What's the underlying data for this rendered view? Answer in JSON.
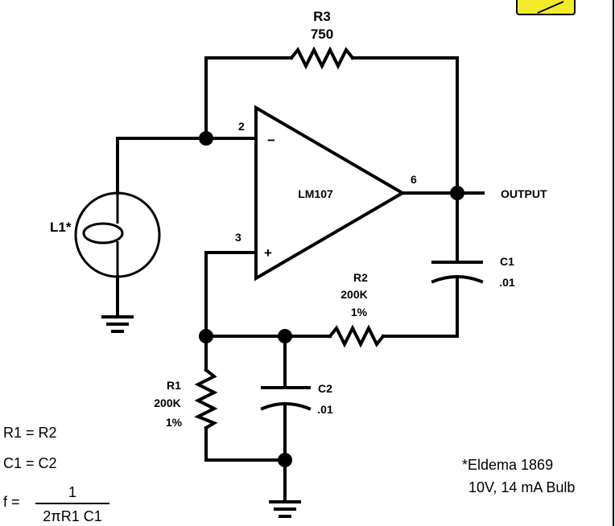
{
  "components": {
    "r3": {
      "ref": "R3",
      "value": "750"
    },
    "r2": {
      "ref": "R2",
      "value": "200K",
      "tolerance": "1%"
    },
    "r1": {
      "ref": "R1",
      "value": "200K",
      "tolerance": "1%"
    },
    "c1": {
      "ref": "C1",
      "value": ".01"
    },
    "c2": {
      "ref": "C2",
      "value": ".01"
    },
    "l1": {
      "ref": "L1*"
    },
    "opamp": {
      "ref": "LM107",
      "pin_inv": "2",
      "pin_noninv": "3",
      "pin_out": "6",
      "sign_minus": "−",
      "sign_plus": "+"
    }
  },
  "output_label": "OUTPUT",
  "equations": {
    "eq1": "R1 = R2",
    "eq2": "C1 = C2",
    "f_lhs": "f =",
    "f_num": "1",
    "f_den": "2πR1 C1"
  },
  "footnote": {
    "line1": "*Eldema 1869",
    "line2": "10V, 14 mA Bulb"
  }
}
